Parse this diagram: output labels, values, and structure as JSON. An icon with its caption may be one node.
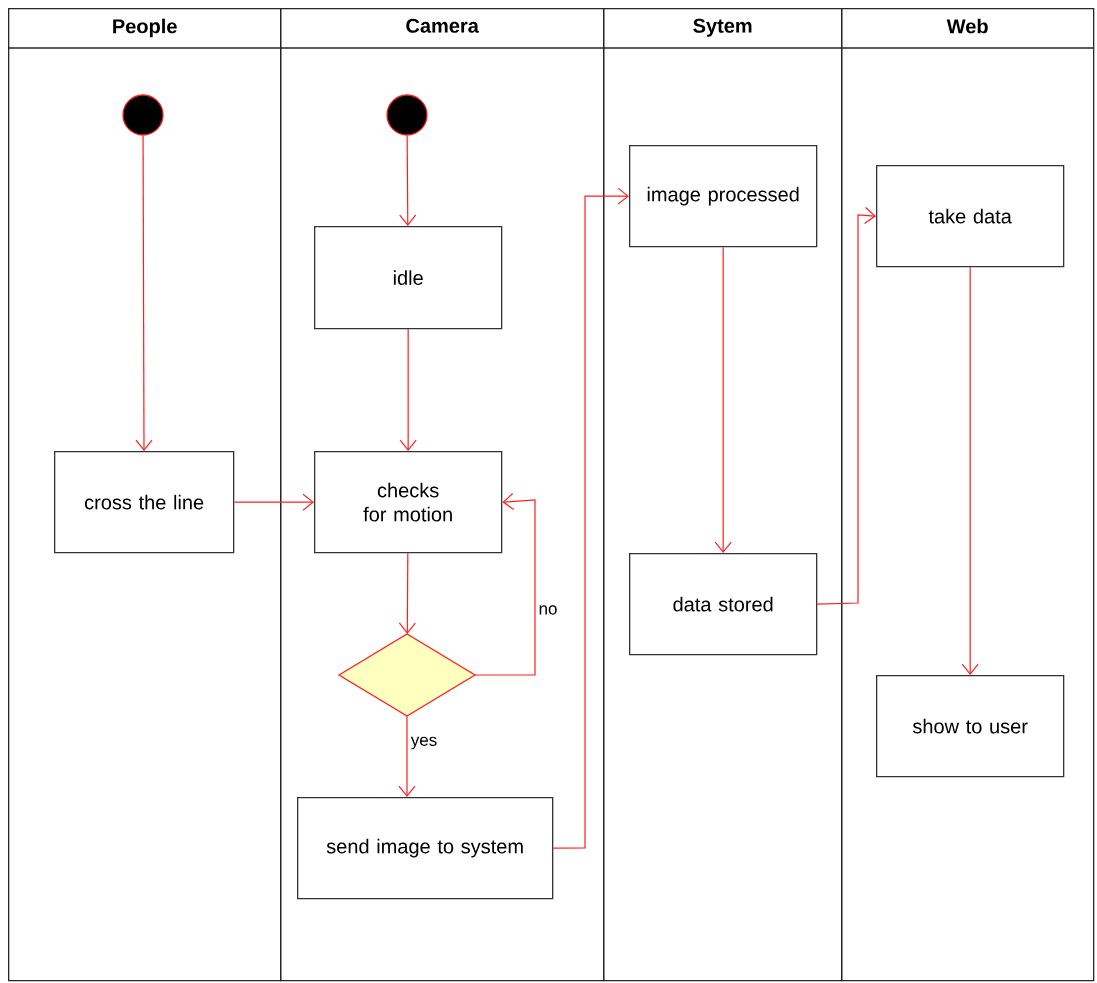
{
  "diagram": {
    "nodes": [
      {
        "text": [
          "People"
        ]
      },
      {
        "text": [
          "Camera"
        ]
      },
      {
        "text": [
          "Sytem"
        ]
      },
      {
        "text": [
          "Web"
        ]
      },
      {
        "text": [],
        "shape": "circle",
        "in": 0
      },
      {
        "text": [
          "cross the line"
        ],
        "in": 0
      },
      {
        "text": [],
        "shape": "circle",
        "in": 1
      },
      {
        "text": [
          "idle"
        ],
        "in": 1
      },
      {
        "text": [
          "checks for motion"
        ],
        "in": 1
      },
      {
        "text": [],
        "shape": "diamond",
        "in": 1
      },
      {
        "text": [
          "send image to system"
        ],
        "in": 1
      },
      {
        "text": [
          "image processed"
        ],
        "in": 2
      },
      {
        "text": [
          "data stored"
        ],
        "in": 2
      },
      {
        "text": [
          "take data"
        ],
        "in": 3
      },
      {
        "text": [
          "show to user"
        ],
        "in": 3
      }
    ],
    "edges": [
      {
        "from": 4,
        "to": 5,
        "arrow": "to"
      },
      {
        "from": 6,
        "to": 7,
        "arrow": "to"
      },
      {
        "from": 7,
        "to": 8,
        "arrow": "to"
      },
      {
        "from": 5,
        "to": 8,
        "arrow": "to"
      },
      {
        "from": 8,
        "to": 9,
        "arrow": "to"
      },
      {
        "from": 9,
        "to": 8,
        "arrow": "to",
        "label": "no"
      },
      {
        "from": 9,
        "to": 10,
        "arrow": "to",
        "label": "yes"
      },
      {
        "from": 10,
        "to": 11,
        "arrow": "to"
      },
      {
        "from": 11,
        "to": 12,
        "arrow": "to"
      },
      {
        "from": 12,
        "to": 13,
        "arrow": "to"
      },
      {
        "from": 13,
        "to": 14,
        "arrow": "to"
      }
    ]
  }
}
